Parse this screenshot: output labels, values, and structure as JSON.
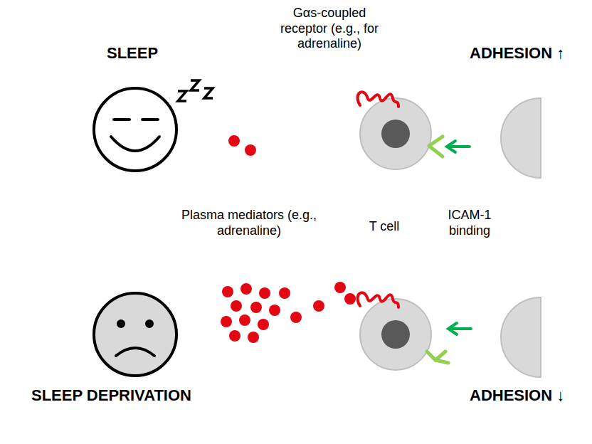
{
  "diagram": {
    "labels": [
      "SLEEP",
      "Gαs-coupled receptor (e.g., for adrenaline)",
      "ADHESION ↑",
      "Plasma mediators (e.g., adrenaline)",
      "T cell",
      "ICAM-1 binding",
      "SLEEP DEPRIVATION",
      "ADHESION ↓"
    ]
  }
}
